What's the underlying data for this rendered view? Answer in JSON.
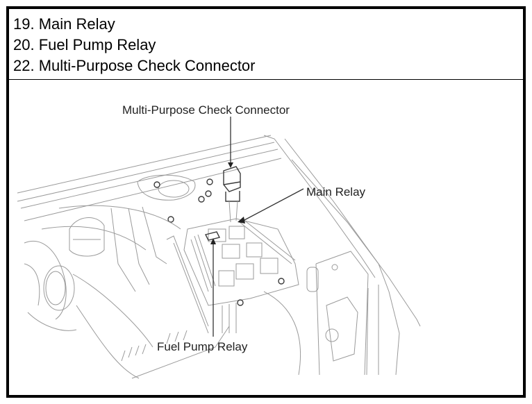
{
  "legend": {
    "items": [
      {
        "number": "19.",
        "label": "Main Relay",
        "text": "19. Main Relay"
      },
      {
        "number": "20.",
        "label": "Fuel Pump Relay",
        "text": "20. Fuel Pump Relay"
      },
      {
        "number": "22.",
        "label": "Multi-Purpose Check Connector",
        "text": "22. Multi-Purpose Check Connector"
      }
    ]
  },
  "figure": {
    "description": "Engine compartment line drawing showing relay box location",
    "callouts": {
      "multi_purpose_check_connector": "Multi-Purpose Check Connector",
      "main_relay": "Main Relay",
      "fuel_pump_relay": "Fuel Pump Relay"
    },
    "colors": {
      "border": "#000000",
      "line_art": "#9a9a9a",
      "leader_lines": "#333333",
      "text": "#000000"
    }
  }
}
